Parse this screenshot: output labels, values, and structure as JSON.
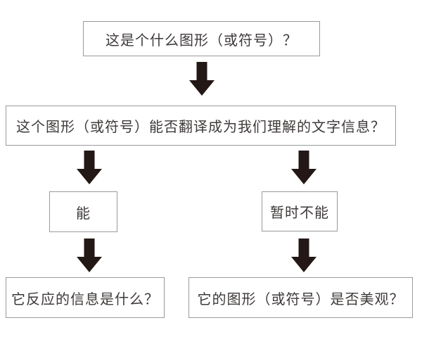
{
  "diagram": {
    "type": "flowchart",
    "background_color": "#ffffff",
    "box_border_color": "#9a9a9a",
    "text_color": "#3e3a39",
    "arrow_color": "#231815",
    "nodes": {
      "q1": "这是个什么图形（或符号）？",
      "q2": "这个图形（或符号）能否翻译成为我们理解的文字信息？",
      "yes": "能",
      "no": "暂时不能",
      "yes_followup": "它反应的信息是什么？",
      "no_followup": "它的图形（或符号）是否美观？"
    },
    "edges": [
      {
        "from": "q1",
        "to": "q2",
        "icon": "down-arrow-icon"
      },
      {
        "from": "q2",
        "to": "yes",
        "icon": "down-arrow-icon"
      },
      {
        "from": "q2",
        "to": "no",
        "icon": "down-arrow-icon"
      },
      {
        "from": "yes",
        "to": "yes_followup",
        "icon": "down-arrow-icon"
      },
      {
        "from": "no",
        "to": "no_followup",
        "icon": "down-arrow-icon"
      }
    ]
  }
}
